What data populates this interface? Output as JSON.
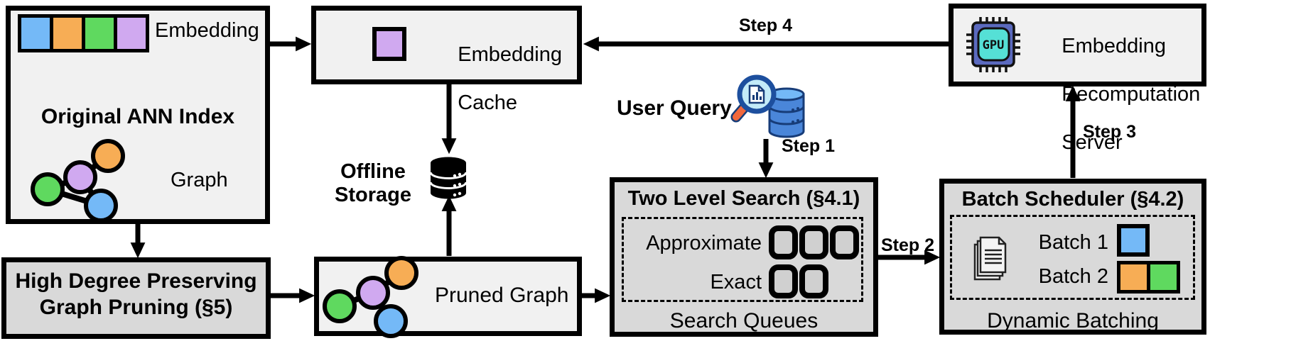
{
  "colors": {
    "blue": "#74b9f7",
    "orange": "#f7ad55",
    "green": "#5fd95f",
    "purple": "#d0a9f0",
    "box_light": "#f1f1f1",
    "box_dark": "#d9d9d9",
    "outline": "#000000",
    "query_db_blue": "#4a86d9",
    "magnifier_lens": "#c3ebf8",
    "magnifier_handle_orange": "#f2683c",
    "gpu_chip_body": "#5b6abf",
    "gpu_chip_core": "#55e0d6"
  },
  "original_index": {
    "title": "Original ANN Index",
    "embedding_label": "Embedding",
    "graph_label": "Graph",
    "embedding_cells": [
      "blue",
      "orange",
      "green",
      "purple"
    ]
  },
  "pruning_box": {
    "line1": "High Degree Preserving",
    "line2": "Graph Pruning (§5)"
  },
  "embedding_cache": {
    "line1": "Embedding",
    "line2": "Cache"
  },
  "offline_storage": {
    "line1": "Offline",
    "line2": "Storage"
  },
  "pruned_graph": {
    "label": "Pruned Graph"
  },
  "user_query": {
    "label": "User Query"
  },
  "two_level_search": {
    "title": "Two Level Search (§4.1)",
    "approximate_label": "Approximate",
    "approximate_slots": 3,
    "exact_label": "Exact",
    "exact_slots": 2,
    "footer": "Search Queues"
  },
  "batch_scheduler": {
    "title": "Batch Scheduler (§4.2)",
    "batch1_label": "Batch 1",
    "batch1_cells": [
      "blue"
    ],
    "batch2_label": "Batch 2",
    "batch2_cells": [
      "orange",
      "green"
    ],
    "footer": "Dynamic Batching"
  },
  "recomputation_server": {
    "line1": "Embedding",
    "line2": "Recomputation",
    "line3": "Server",
    "chip_label": "GPU"
  },
  "steps": {
    "step1": "Step 1",
    "step2": "Step 2",
    "step3": "Step 3",
    "step4": "Step 4"
  }
}
